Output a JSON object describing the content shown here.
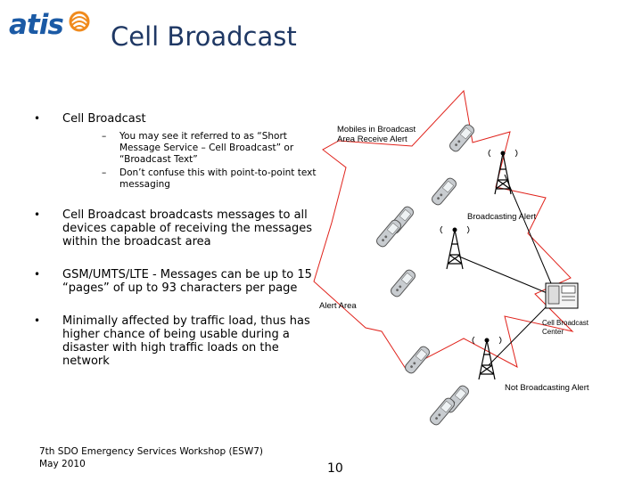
{
  "logo": {
    "text": "atis"
  },
  "title": "Cell Broadcast",
  "bullets": [
    {
      "text": "Cell Broadcast",
      "sub": [
        "You may see it referred to as “Short Message Service – Cell Broadcast” or “Broadcast Text”",
        "Don’t confuse this with point-to-point text messaging"
      ]
    },
    {
      "text": "Cell Broadcast broadcasts messages to all devices capable of receiving the messages within the broadcast area"
    },
    {
      "text": "GSM/UMTS/LTE - Messages can be up to 15 “pages” of up to 93 characters per page"
    },
    {
      "text": "Minimally affected by traffic load, thus has higher chance of being usable during a disaster with high traffic loads on the network"
    }
  ],
  "diagram": {
    "mobiles_label": "Mobiles in Broadcast Area Receive Alert",
    "broadcasting_label": "Broadcasting Alert",
    "alert_area_label": "Alert Area",
    "center_label": "Cell Broadcast Center",
    "not_broadcasting_label": "Not Broadcasting Alert"
  },
  "footer": {
    "line1": "7th SDO Emergency Services Workshop (ESW7)",
    "line2": "May 2010"
  },
  "page_number": "10",
  "colors": {
    "logo_blue": "#1b5aa5",
    "logo_orange": "#f08a1c",
    "title": "#1f3864",
    "burst_border": "#e0221b"
  }
}
